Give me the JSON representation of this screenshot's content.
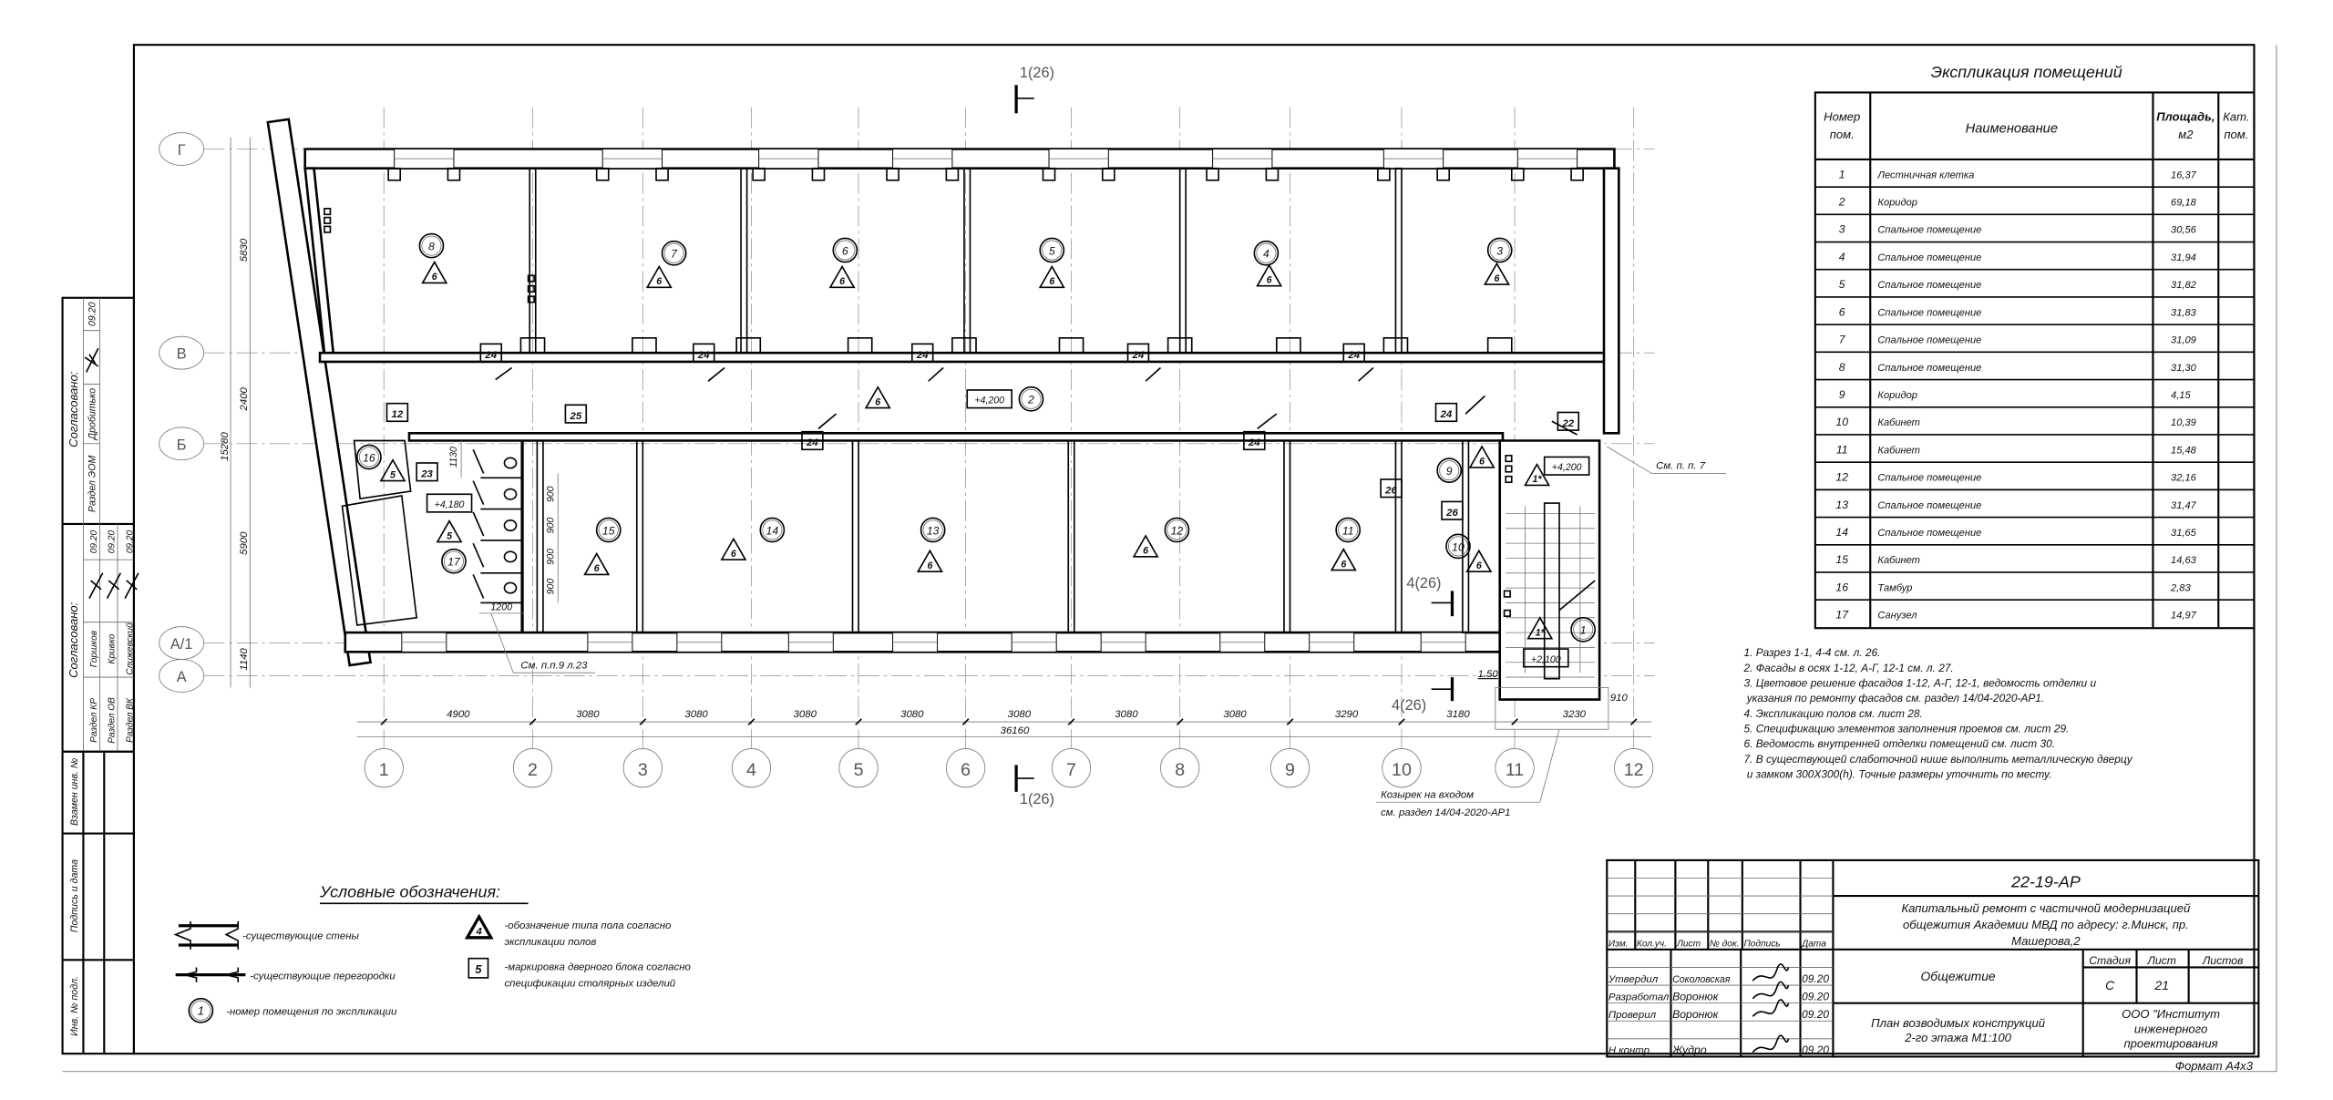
{
  "explication": {
    "title": "Экспликация помещений",
    "head": {
      "num1": "Номер",
      "num2": "пом.",
      "name": "Наименование",
      "area1": "Площадь,",
      "area2": "м2",
      "cat1": "Кат.",
      "cat2": "пом."
    },
    "rows": [
      {
        "n": "1",
        "name": "Лестничная клетка",
        "area": "16,37"
      },
      {
        "n": "2",
        "name": "Коридор",
        "area": "69,18"
      },
      {
        "n": "3",
        "name": "Спальное помещение",
        "area": "30,56"
      },
      {
        "n": "4",
        "name": "Спальное помещение",
        "area": "31,94"
      },
      {
        "n": "5",
        "name": "Спальное помещение",
        "area": "31,82"
      },
      {
        "n": "6",
        "name": "Спальное помещение",
        "area": "31,83"
      },
      {
        "n": "7",
        "name": "Спальное помещение",
        "area": "31,09"
      },
      {
        "n": "8",
        "name": "Спальное помещение",
        "area": "31,30"
      },
      {
        "n": "9",
        "name": "Коридор",
        "area": "4,15"
      },
      {
        "n": "10",
        "name": "Кабинет",
        "area": "10,39"
      },
      {
        "n": "11",
        "name": "Кабинет",
        "area": "15,48"
      },
      {
        "n": "12",
        "name": "Спальное помещение",
        "area": "32,16"
      },
      {
        "n": "13",
        "name": "Спальное помещение",
        "area": "31,47"
      },
      {
        "n": "14",
        "name": "Спальное помещение",
        "area": "31,65"
      },
      {
        "n": "15",
        "name": "Кабинет",
        "area": "14,63"
      },
      {
        "n": "16",
        "name": "Тамбур",
        "area": "2,83"
      },
      {
        "n": "17",
        "name": "Санузел",
        "area": "14,97"
      }
    ]
  },
  "notes": [
    "1. Разрез 1-1, 4-4 см. л. 26.",
    "2. Фасады в осях 1-12, А-Г, 12-1 см. л. 27.",
    "3. Цветовое решение фасадов 1-12, А-Г, 12-1, ведомость отделки и",
    "указания по ремонту фасадов  см. раздел 14/04-2020-АР1.",
    "4. Экспликацию полов см. лист 28.",
    "5. Спецификацию элементов заполнения проемов см. лист 29.",
    "6. Ведомость внутренней отделки помещений см. лист 30.",
    "7. В существующей слаботочной нише выполнить  металлическую дверцу",
    "и замком 300Х300(h). Точные размеры уточнить по месту."
  ],
  "legend": {
    "title": "Условные обозначения:",
    "walls": "-существующие стены",
    "partitions": "-существующие перегородки",
    "room_number": "-номер помещения по экспликации",
    "room_number_sample": "1",
    "floor_type_1": "-обозначение типа пола согласно",
    "floor_type_2": "экспликации полов",
    "floor_type_sample": "4",
    "door_1": "-маркировка дверного блока согласно",
    "door_2": "спецификации столярных изделий",
    "door_sample": "5"
  },
  "title_block": {
    "code": "22-19-АР",
    "project": [
      "Капитальный ремонт с частичной модернизацией",
      "общежития Академии МВД по адресу: г.Минск, пр.",
      "Машерова,2"
    ],
    "building": "Общежитие",
    "stage_header": "Стадия",
    "sheet_header": "Лист",
    "sheets_header": "Листов",
    "stage": "С",
    "sheet": "21",
    "drawing": [
      "План возводимых конструкций",
      "2-го этажа М1:100"
    ],
    "org": [
      "ООО \"Институт",
      "инженерного",
      "проектирования"
    ],
    "format": "Формат А4х3",
    "headers": [
      "Изм.",
      "Кол.уч.",
      "Лист",
      "№ док.",
      "Подпись",
      "Дата"
    ],
    "signers": [
      {
        "role": "Утвердил",
        "name": "Соколовская",
        "date": "09.20"
      },
      {
        "role": "Разработал",
        "name": "Воронюк",
        "date": "09.20"
      },
      {
        "role": "Проверил",
        "name": "Воронюк",
        "date": "09.20"
      },
      {
        "role": "Н.контр.",
        "name": "Жудро",
        "date": "09.20"
      }
    ]
  },
  "stamp": {
    "agreed_upper": {
      "title": "Согласовано:",
      "section": "Раздел ЭОМ",
      "name": "Дробитько",
      "date": "09.20"
    },
    "agreed_lower": {
      "title": "Согласовано:",
      "rows": [
        {
          "section": "Раздел КР",
          "name": "Горшков",
          "date": "09.20"
        },
        {
          "section": "Раздел ОВ",
          "name": "Кривко",
          "date": "09.20"
        },
        {
          "section": "Раздел ВК",
          "name": "Слижевский",
          "date": "09.20"
        }
      ]
    },
    "replace_inv": "Взамен инв. №",
    "sign_date": "Подпись и дата",
    "inv_orig": "Инв. № подл."
  },
  "plan": {
    "axes_x": [
      "1",
      "2",
      "3",
      "4",
      "5",
      "6",
      "7",
      "8",
      "9",
      "10",
      "11",
      "12"
    ],
    "axes_y": [
      "Г",
      "В",
      "Б",
      "А/1",
      "А"
    ],
    "dims_bottom": [
      "4900",
      "3080",
      "3080",
      "3080",
      "3080",
      "3080",
      "3080",
      "3080",
      "3290",
      "3180",
      "3230",
      "910"
    ],
    "dim_total": "36160",
    "dims_left": [
      "5830",
      "2400",
      "5900",
      "1140"
    ],
    "dim_left_total": "15280",
    "inner_dims": [
      "1130",
      "900",
      "900",
      "900",
      "900",
      "1200"
    ],
    "rooms": [
      "1",
      "2",
      "3",
      "4",
      "5",
      "6",
      "7",
      "8",
      "9",
      "10",
      "11",
      "12",
      "13",
      "14",
      "15",
      "16",
      "17"
    ],
    "floor_types": {
      "rooms": "6",
      "wc": "5",
      "stair": "1*"
    },
    "door_tags": [
      "24",
      "24",
      "24",
      "24",
      "24",
      "24",
      "24",
      "24",
      "12",
      "25",
      "22",
      "23",
      "26",
      "26"
    ],
    "elevations": [
      "+4,200",
      "+4,180",
      "+4,200",
      "+2,100"
    ],
    "sections": [
      "1(26)",
      "1(26)",
      "4(26)",
      "4(26)"
    ],
    "step_mark": "1.50",
    "annotations": {
      "wc_ref": "См. п.п.9 л.23",
      "niche_ref": "См. п. п. 7",
      "canopy_1": "Козырек на входом",
      "canopy_2": "см. раздел 14/04-2020-АР1"
    }
  }
}
